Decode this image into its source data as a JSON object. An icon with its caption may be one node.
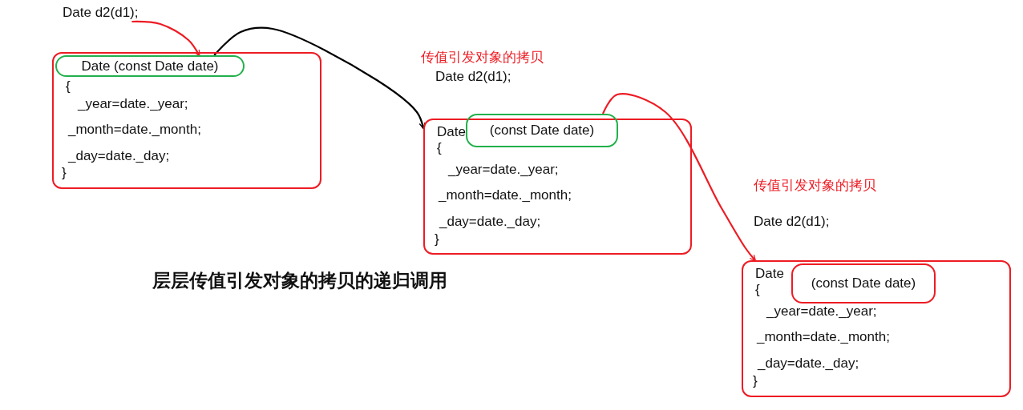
{
  "diagram": {
    "nodes": [
      {
        "text": [
          "Date d2(d1);"
        ]
      },
      {
        "text": [
          "{",
          "_year=date._year;",
          "_month=date._month;",
          "_day=date._day;",
          "}"
        ]
      },
      {
        "text": [
          "Date (const Date date)"
        ],
        "in": 1
      },
      {
        "text": [
          "Date",
          "{",
          "_year=date._year;",
          "_month=date._month;",
          "_day=date._day;",
          "}"
        ]
      },
      {
        "text": [
          "(const Date date)"
        ],
        "in": 3
      },
      {
        "text": [
          "Date",
          "{",
          "_year=date._year;",
          "_month=date._month;",
          "_day=date._day;",
          "}"
        ]
      },
      {
        "text": [
          "(const Date date)"
        ],
        "in": 5
      }
    ],
    "edges": [
      {
        "from": 0,
        "to": 2,
        "arrow": "to"
      },
      {
        "from": 2,
        "to": 3,
        "arrow": "to",
        "color": "#000000"
      },
      {
        "from": 4,
        "to": 5,
        "arrow": "to"
      }
    ],
    "labels": [
      "传值引发对象的拷贝",
      "Date d2(d1);",
      "传值引发对象的拷贝",
      "Date d2(d1);",
      "层层传值引发对象的拷贝的递归调用"
    ]
  }
}
